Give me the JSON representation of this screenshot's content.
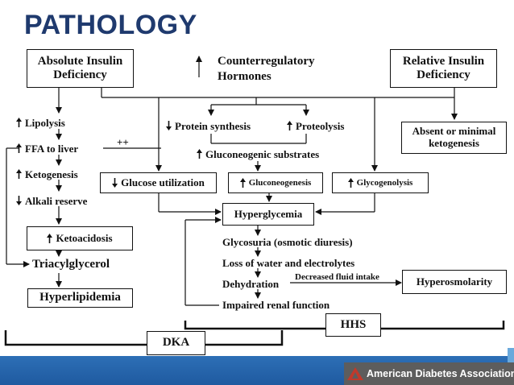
{
  "title": "PATHOLOGY",
  "nodes": {
    "absolute_deficiency": "Absolute Insulin Deficiency",
    "counterregulatory": "Counterregulatory Hormones",
    "relative_deficiency": "Relative Insulin Deficiency",
    "lipolysis": "Lipolysis",
    "ffa_to_liver": "FFA to liver",
    "plus_plus": "++",
    "ketogenesis": "Ketogenesis",
    "alkali_reserve": "Alkali reserve",
    "ketoacidosis": "Ketoacidosis",
    "triacylglycerol": "Triacylglycerol",
    "hyperlipidemia": "Hyperlipidemia",
    "protein_synthesis": "Protein synthesis",
    "proteolysis": "Proteolysis",
    "gluconeogenic_substrates": "Gluconeogenic substrates",
    "glucose_utilization": "Glucose utilization",
    "gluconeogenesis": "Gluconeogenesis",
    "glycogenolysis": "Glycogenolysis",
    "absent_ketogenesis": "Absent or minimal ketogenesis",
    "hyperglycemia": "Hyperglycemia",
    "glycosuria": "Glycosuria (osmotic diuresis)",
    "loss_water": "Loss of water and electrolytes",
    "dehydration": "Dehydration",
    "decreased_fluid": "Decreased fluid intake",
    "hyperosmolarity": "Hyperosmolarity",
    "impaired_renal": "Impaired renal function",
    "hhs": "HHS",
    "dka": "DKA"
  },
  "footer": {
    "logo_text": "American Diabetes Association."
  },
  "colors": {
    "title": "#1f3a6e",
    "bar": "#2d6fb6",
    "logo_bg": "#5d5d5d",
    "accent_stripe": "#6aa9dc",
    "logo_mark": "#c0392b"
  }
}
